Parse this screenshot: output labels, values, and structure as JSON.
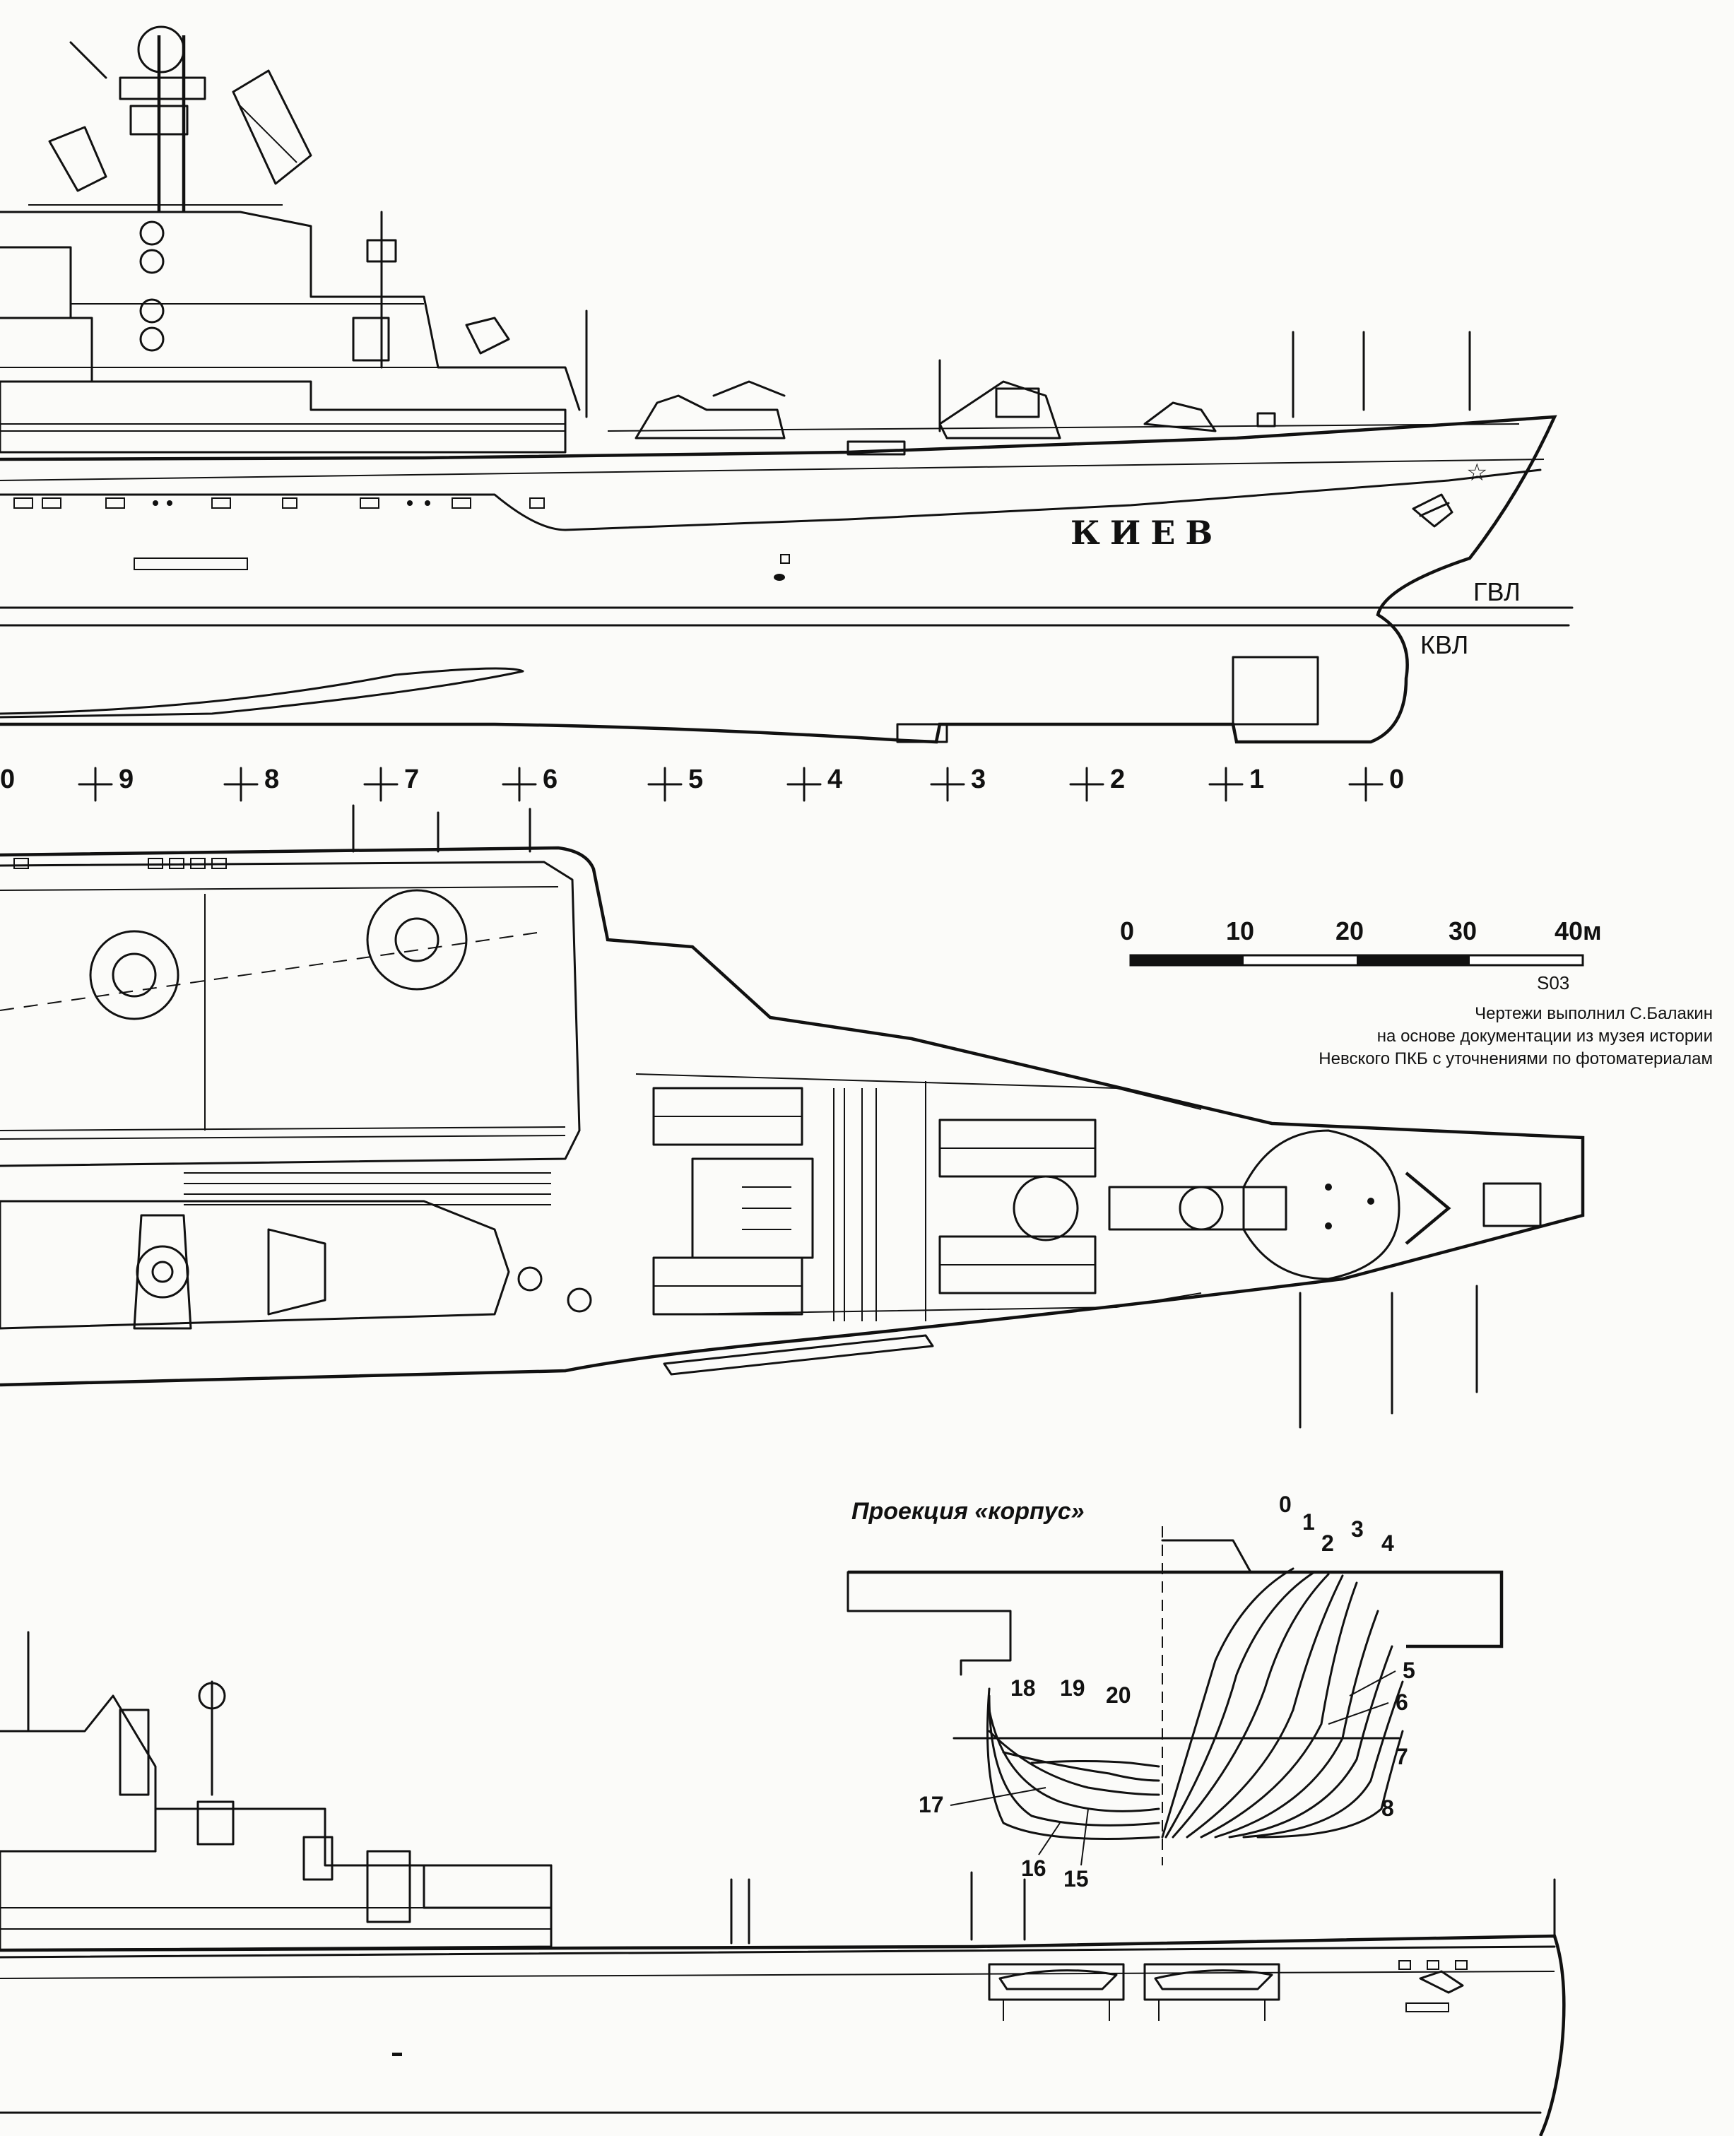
{
  "ship_name": "КИЕВ",
  "waterlines": {
    "upper": "ГВЛ",
    "lower": "КВЛ"
  },
  "frame_marks": [
    "0",
    "9",
    "8",
    "7",
    "6",
    "5",
    "4",
    "3",
    "2",
    "1",
    "0"
  ],
  "scale_bar": {
    "ticks": [
      "0",
      "10",
      "20",
      "30",
      "40м"
    ],
    "mark": "S03"
  },
  "credits": [
    "Чертежи выполнил С.Балакин",
    "на основе документации из музея истории",
    "Невского ПКБ с уточнениями по фотоматериалам"
  ],
  "body_plan": {
    "title": "Проекция «корпус»",
    "forward_stations": [
      "0",
      "1",
      "2",
      "3",
      "4",
      "5",
      "6",
      "7",
      "8"
    ],
    "aft_stations": [
      "15",
      "16",
      "17",
      "18",
      "19",
      "20"
    ]
  }
}
